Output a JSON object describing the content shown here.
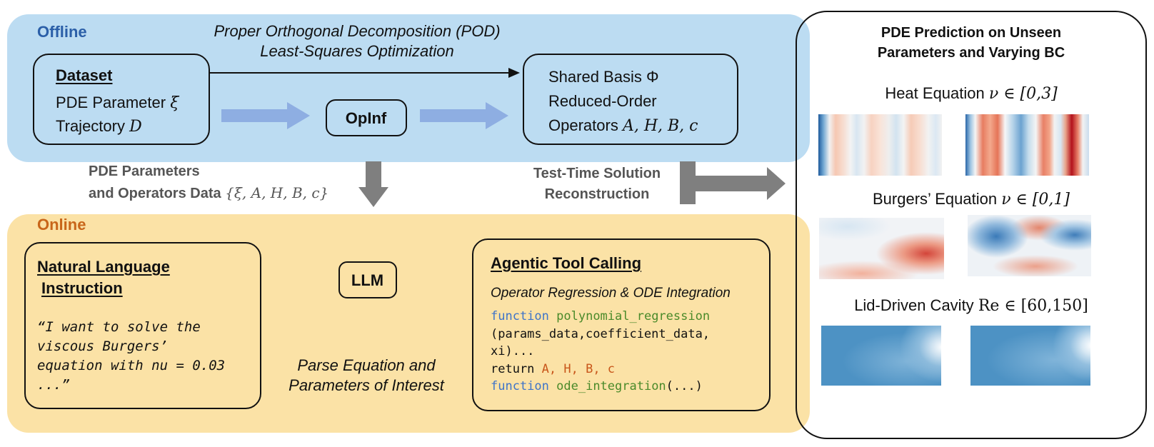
{
  "offline": {
    "label": "Offline",
    "pod_line1": "Proper Orthogonal Decomposition (POD)",
    "pod_line2": "Least-Squares Optimization",
    "dataset": {
      "title": "Dataset",
      "line1_text": "PDE Parameter",
      "line1_sym": "ξ",
      "line2_text": "Trajectory",
      "line2_sym": "D"
    },
    "opinf": "OpInf",
    "basis": {
      "line1": "Shared Basis Φ",
      "line2": "Reduced-Order",
      "line3_text": "Operators",
      "line3_sym": "A, H, B, c"
    }
  },
  "middle": {
    "params_line1": "PDE Parameters",
    "params_line2": "and Operators Data",
    "params_sym": "{ξ, A, H, B, c}",
    "recon_line1": "Test-Time Solution",
    "recon_line2": "Reconstruction"
  },
  "online": {
    "label": "Online",
    "nl": {
      "title1": "Natural Language",
      "title2": "Instruction",
      "q1": "“I want to solve the",
      "q2": "viscous Burgers’",
      "q3": "equation with nu = 0.03",
      "q4": "...”"
    },
    "llm": "LLM",
    "parse1": "Parse Equation and",
    "parse2": "Parameters of Interest",
    "agent": {
      "title": "Agentic Tool Calling",
      "subtitle": "Operator Regression & ODE Integration",
      "c1_kw": "function",
      "c1_fn": "polynomial_regression",
      "c2": "(params_data,coefficient_data,",
      "c3": "xi)...",
      "c4_kw": "return",
      "c4_vals": "A, H, B, c",
      "c5_kw": "function",
      "c5_fn": "ode_integration",
      "c5_rest": "(...)"
    }
  },
  "right": {
    "title1": "PDE Prediction on Unseen",
    "title2": "Parameters and Varying BC",
    "heat_text": "Heat Equation",
    "heat_sym": "ν ∈ [0,3]",
    "burgers_text": "Burgers’ Equation",
    "burgers_sym": "ν ∈ [0,1]",
    "cavity_text": "Lid-Driven Cavity",
    "cavity_sym": "Re ∈ [60,150]"
  },
  "colors": {
    "offline_bg": "#bcdcf2",
    "online_bg": "#fbe2a6",
    "offline_label": "#2b5fa8",
    "online_label": "#c8661a",
    "blue_arrow": "#8eaee2",
    "orange_arrow": "#c8561a",
    "gray_arrow": "#7f7f7f"
  }
}
